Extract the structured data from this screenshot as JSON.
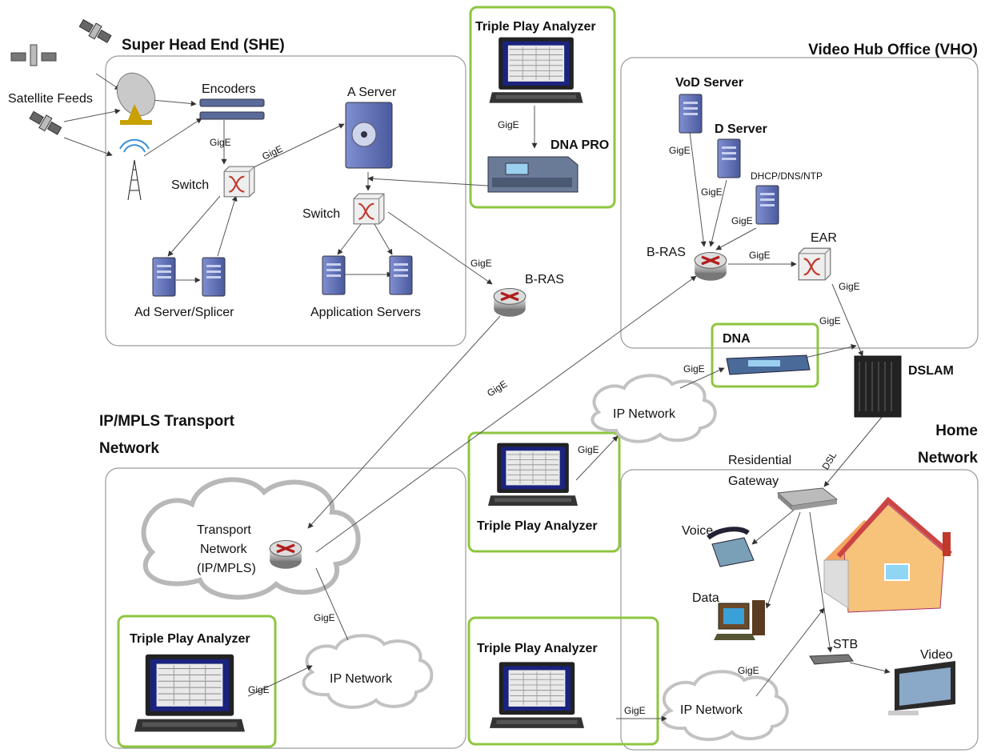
{
  "regions": {
    "she": "Super Head End (SHE)",
    "vho": "Video Hub Office (VHO)",
    "transport_line1": "IP/MPLS Transport",
    "transport_line2": "Network",
    "home_line1": "Home",
    "home_line2": "Network"
  },
  "labels": {
    "satellite_feeds": "Satellite Feeds",
    "encoders": "Encoders",
    "a_server": "A Server",
    "switch": "Switch",
    "ad_server": "Ad Server/Splicer",
    "application_servers": "Application Servers",
    "b_ras": "B-RAS",
    "triple_play_analyzer": "Triple Play Analyzer",
    "dna_pro": "DNA PRO",
    "dna": "DNA",
    "vod_server": "VoD Server",
    "d_server": "D Server",
    "dhcp": "DHCP/DNS/NTP",
    "ear": "EAR",
    "dslam": "DSLAM",
    "ip_network": "IP Network",
    "transport_network_1": "Transport",
    "transport_network_2": "Network",
    "transport_network_3": "(IP/MPLS)",
    "residential_1": "Residential",
    "residential_2": "Gateway",
    "voice": "Voice",
    "data": "Data",
    "stb": "STB",
    "video": "Video",
    "gige": "GigE",
    "dsl": "DSL"
  },
  "colors": {
    "highlight": "#8dc63f",
    "region_border": "#9a9a9a",
    "server": "#5b6fb8",
    "cloud": "#bbbbbb"
  }
}
